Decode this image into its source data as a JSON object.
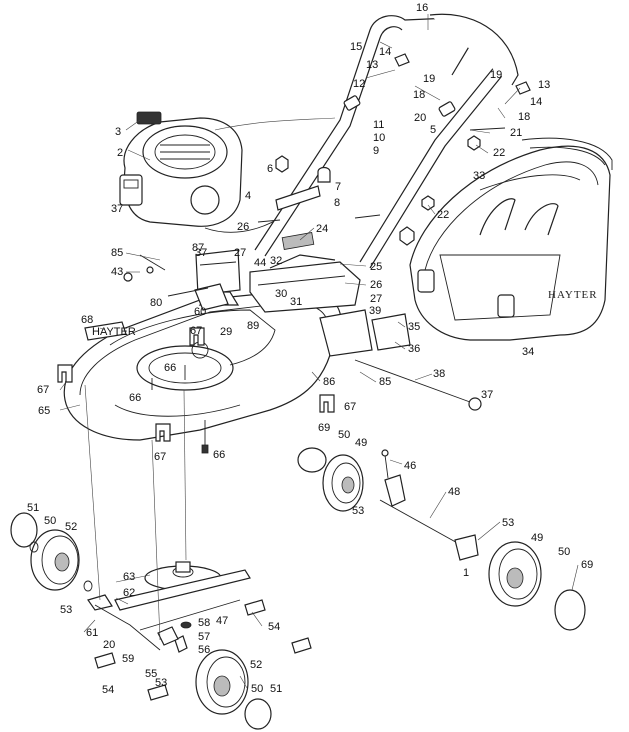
{
  "brand": "HAYTER",
  "callouts": [
    "1",
    "2",
    "3",
    "4",
    "5",
    "6",
    "7",
    "8",
    "9",
    "10",
    "11",
    "12",
    "13",
    "13",
    "14",
    "14",
    "15",
    "16",
    "18",
    "18",
    "19",
    "19",
    "20",
    "20",
    "21",
    "22",
    "22",
    "24",
    "25",
    "26",
    "26",
    "27",
    "27",
    "29",
    "30",
    "31",
    "32",
    "33",
    "34",
    "35",
    "36",
    "37",
    "37",
    "37",
    "38",
    "39",
    "43",
    "44",
    "46",
    "47",
    "48",
    "49",
    "49",
    "50",
    "50",
    "50",
    "50",
    "51",
    "51",
    "52",
    "52",
    "53",
    "53",
    "53",
    "53",
    "54",
    "54",
    "55",
    "56",
    "57",
    "58",
    "59",
    "60",
    "61",
    "62",
    "63",
    "65",
    "66",
    "66",
    "66",
    "67",
    "67",
    "67",
    "67",
    "68",
    "69",
    "69",
    "80",
    "85",
    "85",
    "86",
    "87",
    "89"
  ]
}
